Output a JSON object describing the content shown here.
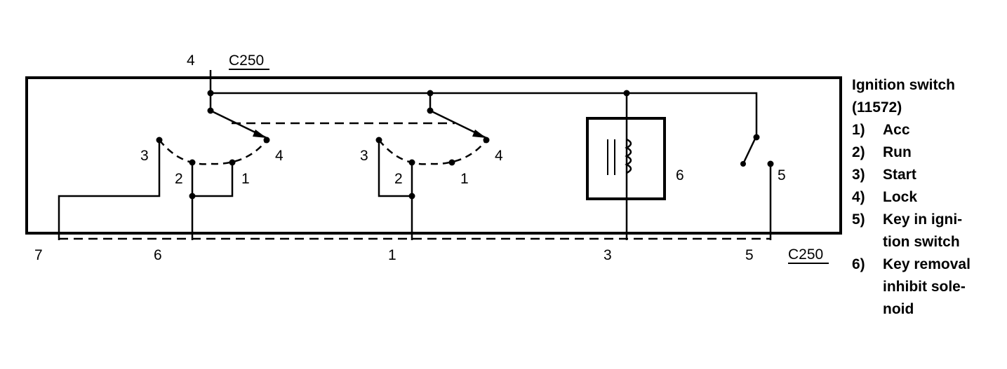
{
  "connector_top": {
    "pin": "4",
    "name": "C250"
  },
  "connector_bottom": {
    "name": "C250",
    "pins": [
      "7",
      "6",
      "1",
      "3",
      "5"
    ]
  },
  "switch_left": {
    "labels": [
      "3",
      "2",
      "1",
      "4"
    ]
  },
  "switch_middle": {
    "labels": [
      "3",
      "2",
      "1",
      "4"
    ]
  },
  "solenoid": {
    "label": "6"
  },
  "key_switch": {
    "label": "5"
  },
  "legend": {
    "title_line1": "Ignition switch",
    "title_line2": "(11572)",
    "items": [
      {
        "num": "1)",
        "lines": [
          "Acc"
        ]
      },
      {
        "num": "2)",
        "lines": [
          "Run"
        ]
      },
      {
        "num": "3)",
        "lines": [
          "Start"
        ]
      },
      {
        "num": "4)",
        "lines": [
          "Lock"
        ]
      },
      {
        "num": "5)",
        "lines": [
          "Key in igni-",
          "tion switch"
        ]
      },
      {
        "num": "6)",
        "lines": [
          "Key removal",
          "inhibit sole-",
          "noid"
        ]
      }
    ]
  }
}
